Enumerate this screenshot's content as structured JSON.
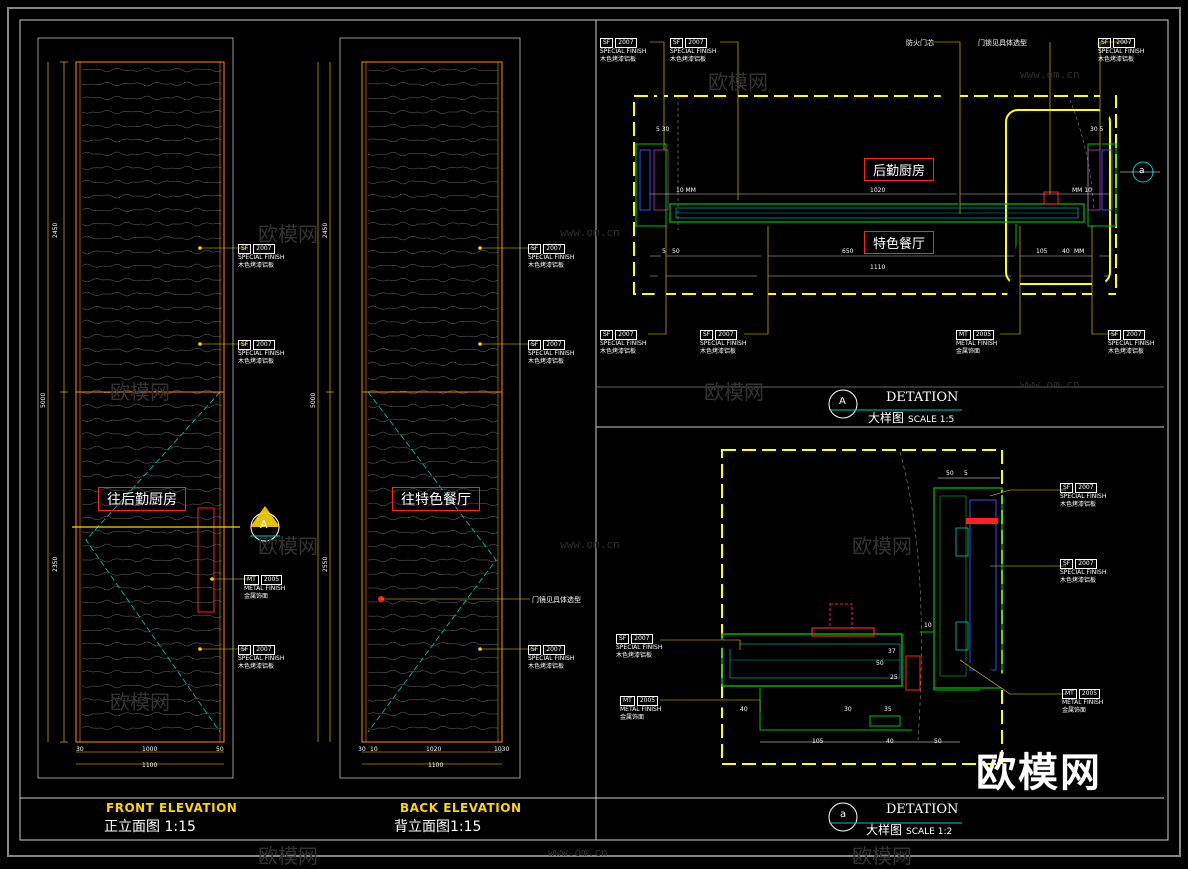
{
  "drawing": {
    "front": {
      "title_en": "FRONT ELEVATION",
      "title_cn": "正立面图 1:15",
      "direction_label": "往后勤厨房",
      "dim_total_h": "5000",
      "dim_upper": "2450",
      "dim_lower": "2350",
      "dim_bottom": [
        "30",
        "1000",
        "50"
      ],
      "dim_bottom_total": "1100"
    },
    "back": {
      "title_en": "BACK ELEVATION",
      "title_cn": "背立面图1:15",
      "direction_label": "往特色餐厅",
      "dim_total_h": "5000",
      "dim_upper": "2450",
      "dim_lower": "2550",
      "dim_bottom": [
        "30",
        "10",
        "1020",
        "1030"
      ],
      "dim_bottom_total": "1100",
      "hardware_note": "门镜见具体选型"
    },
    "section_marker_front": "A",
    "detail_a": {
      "title": "DETATION",
      "subtitle": "大样图",
      "scale": "SCALE  1:5",
      "marker": "A",
      "label_top": "后勤厨房",
      "label_bottom": "特色餐厅",
      "note_fire": "防火门芯",
      "note_hardware": "门锁见具体选型",
      "dims": {
        "d1020": "1020",
        "d650": "650",
        "d1110": "1110",
        "d50": "50",
        "d5": "5",
        "d530": "5 30",
        "d3010": "30 5",
        "d105": "105",
        "d40": "40",
        "dmm": "MM",
        "d10": "10 MM",
        "d10b": "MM 10"
      }
    },
    "detail_a2": {
      "title": "DETATION",
      "subtitle": "大样图",
      "scale": "SCALE  1:2",
      "marker": "a",
      "dims": {
        "d50": "50",
        "d5": "5",
        "d105": "105",
        "d40": "40",
        "d50b": "50",
        "d10": "10",
        "d37": "37",
        "d50c": "50",
        "d25": "25",
        "d35": "35",
        "d30": "30",
        "d40b": "40"
      }
    },
    "side_marker": "a",
    "tags": {
      "sf_code": "SF",
      "sf_num": "2007",
      "sf_en": "SPECIAL FINISH",
      "sf_cn": "木色烤漆铝板",
      "mt_code": "MT",
      "mt_num": "2005",
      "mt_en": "METAL FINISH",
      "mt_cn": "金属饰面"
    },
    "watermark_cn": "欧模网",
    "watermark_url": "www.om.cn",
    "brand": "欧模网"
  },
  "colors": {
    "frame": "#ffff00",
    "line_white": "#ffffff",
    "line_orange": "#ff8a00",
    "line_cyan": "#00c8c8",
    "line_green": "#00c000",
    "line_red": "#ff2020",
    "line_blue": "#3050ff",
    "line_magenta": "#ff40ff"
  }
}
